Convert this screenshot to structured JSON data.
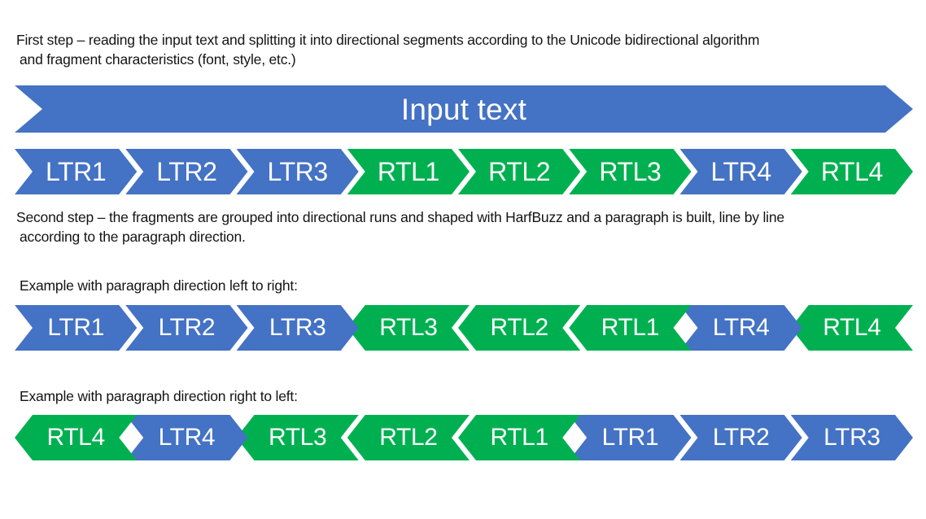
{
  "steps": {
    "first_line1": "First step – reading the input text and splitting it into directional segments according to the Unicode bidirectional algorithm",
    "first_line2": "and fragment characteristics (font, style, etc.)",
    "second_line1": "Second step – the fragments are grouped into directional runs and shaped with HarfBuzz and a paragraph is built, line by line",
    "second_line2": "according to the paragraph direction.",
    "example_ltr_label": "Example with paragraph direction left to right:",
    "example_rtl_label": "Example with paragraph direction right to left:"
  },
  "banner": {
    "label": "Input text",
    "color": "#4472C4"
  },
  "colors": {
    "ltr": "#4472C4",
    "rtl": "#00B050",
    "text": "#141414",
    "label_text": "#FFFFFF",
    "background": "#FFFFFF"
  },
  "rows": [
    {
      "name": "segments-row",
      "segments": [
        {
          "label": "LTR1",
          "kind": "ltr",
          "direction": "right"
        },
        {
          "label": "LTR2",
          "kind": "ltr",
          "direction": "right"
        },
        {
          "label": "LTR3",
          "kind": "ltr",
          "direction": "right"
        },
        {
          "label": "RTL1",
          "kind": "rtl",
          "direction": "right"
        },
        {
          "label": "RTL2",
          "kind": "rtl",
          "direction": "right"
        },
        {
          "label": "RTL3",
          "kind": "rtl",
          "direction": "right"
        },
        {
          "label": "LTR4",
          "kind": "ltr",
          "direction": "right"
        },
        {
          "label": "RTL4",
          "kind": "rtl",
          "direction": "right"
        }
      ]
    },
    {
      "name": "paragraph-ltr-row",
      "segments": [
        {
          "label": "LTR1",
          "kind": "ltr",
          "direction": "right"
        },
        {
          "label": "LTR2",
          "kind": "ltr",
          "direction": "right"
        },
        {
          "label": "LTR3",
          "kind": "ltr",
          "direction": "right"
        },
        {
          "label": "RTL3",
          "kind": "rtl",
          "direction": "left"
        },
        {
          "label": "RTL2",
          "kind": "rtl",
          "direction": "left"
        },
        {
          "label": "RTL1",
          "kind": "rtl",
          "direction": "left"
        },
        {
          "label": "LTR4",
          "kind": "ltr",
          "direction": "right"
        },
        {
          "label": "RTL4",
          "kind": "rtl",
          "direction": "left"
        }
      ]
    },
    {
      "name": "paragraph-rtl-row",
      "segments": [
        {
          "label": "RTL4",
          "kind": "rtl",
          "direction": "left"
        },
        {
          "label": "LTR4",
          "kind": "ltr",
          "direction": "right"
        },
        {
          "label": "RTL3",
          "kind": "rtl",
          "direction": "left"
        },
        {
          "label": "RTL2",
          "kind": "rtl",
          "direction": "left"
        },
        {
          "label": "RTL1",
          "kind": "rtl",
          "direction": "left"
        },
        {
          "label": "LTR1",
          "kind": "ltr",
          "direction": "right"
        },
        {
          "label": "LTR2",
          "kind": "ltr",
          "direction": "right"
        },
        {
          "label": "LTR3",
          "kind": "ltr",
          "direction": "right"
        }
      ]
    }
  ]
}
